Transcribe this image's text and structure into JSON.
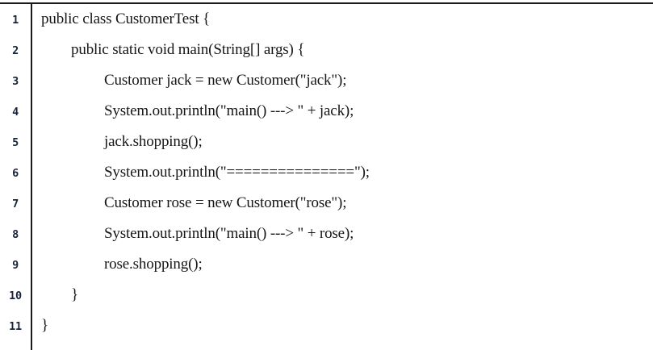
{
  "figure": {
    "type": "code-listing",
    "language": "Java",
    "colors": {
      "background": "#ffffff",
      "rule": "#1a1a1a",
      "line_number_text": "#17233a",
      "code_text": "#161616"
    },
    "lines": [
      {
        "number": "1",
        "indent": 0,
        "text": "public class CustomerTest {"
      },
      {
        "number": "2",
        "indent": 1,
        "text": "public static void main(String[] args) {"
      },
      {
        "number": "3",
        "indent": 2,
        "text": "Customer jack = new Customer(\"jack\");"
      },
      {
        "number": "4",
        "indent": 2,
        "text": "System.out.println(\"main() ---> \" + jack);"
      },
      {
        "number": "5",
        "indent": 2,
        "text": "jack.shopping();"
      },
      {
        "number": "6",
        "indent": 2,
        "text": "System.out.println(\"===============\");"
      },
      {
        "number": "7",
        "indent": 2,
        "text": "Customer rose = new Customer(\"rose\");"
      },
      {
        "number": "8",
        "indent": 2,
        "text": "System.out.println(\"main() ---> \" + rose);"
      },
      {
        "number": "9",
        "indent": 2,
        "text": "rose.shopping();"
      },
      {
        "number": "10",
        "indent": 1,
        "text": "}"
      },
      {
        "number": "11",
        "indent": 0,
        "text": "}"
      }
    ]
  }
}
